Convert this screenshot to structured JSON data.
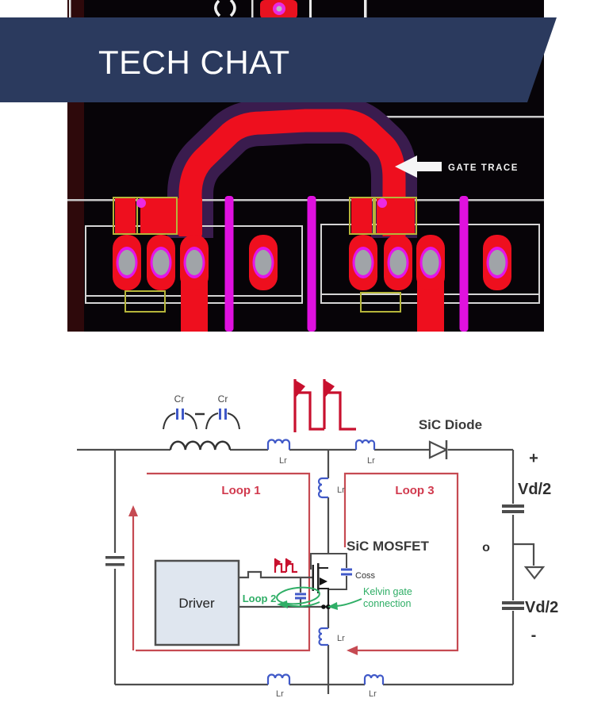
{
  "banner": {
    "title": "TECH CHAT"
  },
  "pcb": {
    "gate_trace_label": "GATE TRACE"
  },
  "schematic": {
    "cr_left": "Cr",
    "cr_right": "Cr",
    "lr_top_left": "Lr",
    "lr_top_right": "Lr",
    "lr_mid": "Lr",
    "lr_low": "Lr",
    "lr_bottom_left": "Lr",
    "lr_bottom_right": "Lr",
    "sic_diode": "SiC Diode",
    "sic_mosfet": "SiC MOSFET",
    "coss": "Coss",
    "driver": "Driver",
    "loop1": "Loop 1",
    "loop2": "Loop 2",
    "loop3": "Loop 3",
    "kelvin_line1": "Kelvin gate",
    "kelvin_line2": "connection",
    "vd_top": "Vd/2",
    "vd_bottom": "Vd/2",
    "plus": "+",
    "minus": "-",
    "node_o": "o"
  },
  "colors": {
    "banner_bg": "#2b3a5e",
    "pcb_red": "#ee0f1e",
    "pcb_magenta": "#df11df",
    "pcb_purple": "#3a1c4e",
    "loop_red": "#c64a52",
    "wave_red": "#c8102e",
    "component_blue": "#4059c8",
    "annotation_green": "#2fae66"
  }
}
